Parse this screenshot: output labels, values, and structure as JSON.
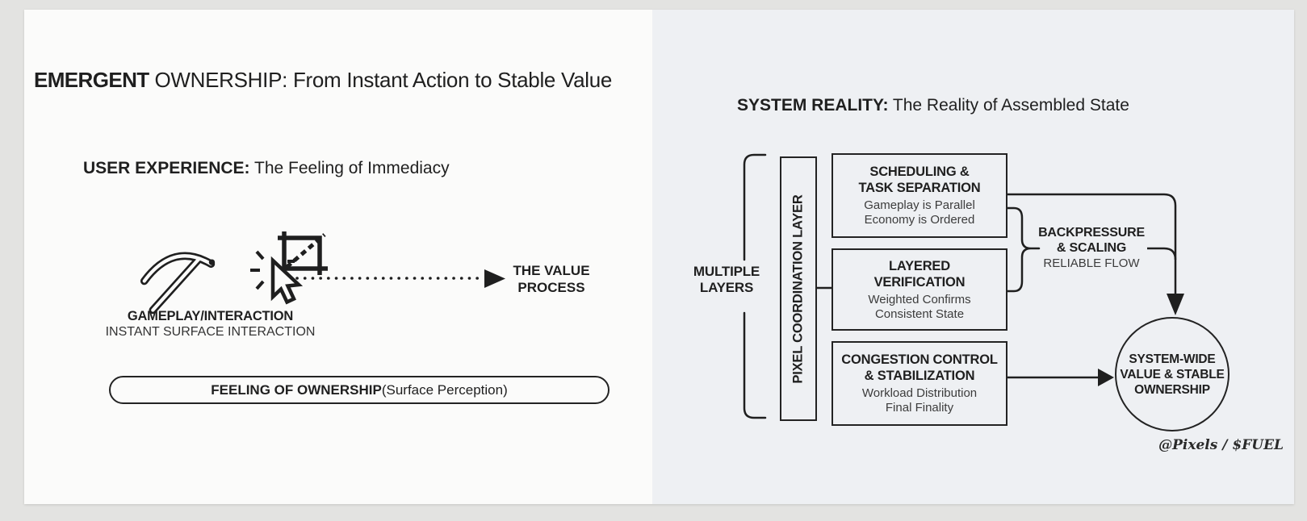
{
  "colors": {
    "outer_bg": "#e3e3e1",
    "card_bg": "#fbfbfa",
    "right_tint": "#eef0f3",
    "ink": "#1f1f1f"
  },
  "left_panel": {
    "title_emphasis": "EMERGENT",
    "title_rest": " OWNERSHIP: From Instant Action to Stable Value",
    "subtitle_emphasis": "USER EXPERIENCE:",
    "subtitle_rest": " The Feeling of Immediacy",
    "icons": {
      "pickaxe": "pickaxe-icon",
      "crop": "crop-tool-icon",
      "cursor": "cursor-click-icon"
    },
    "gameplay_label": "GAMEPLAY/INTERACTION",
    "gameplay_sublabel": "INSTANT SURFACE INTERACTION",
    "value_process_line1": "THE VALUE",
    "value_process_line2": "PROCESS",
    "pill_emphasis": "FEELING OF OWNERSHIP",
    "pill_rest": " (Surface Perception)"
  },
  "right_panel": {
    "title_emphasis": "SYSTEM REALITY:",
    "title_rest": " The Reality of Assembled State",
    "multiple_layers_line1": "MULTIPLE",
    "multiple_layers_line2": "LAYERS",
    "pixel_layer_label": "PIXEL COORDINATION LAYER",
    "boxes": [
      {
        "title_line1": "SCHEDULING &",
        "title_line2": "TASK SEPARATION",
        "sub_line1": "Gameplay is Parallel",
        "sub_line2": "Economy is Ordered"
      },
      {
        "title_line1": "LAYERED",
        "title_line2": "VERIFICATION",
        "sub_line1": "Weighted Confirms",
        "sub_line2": "Consistent State"
      },
      {
        "title_line1": "CONGESTION CONTROL",
        "title_line2": "& STABILIZATION",
        "sub_line1": "Workload Distribution",
        "sub_line2": "Final Finality"
      }
    ],
    "backpressure_line1": "BACKPRESSURE",
    "backpressure_line2": "& SCALING",
    "backpressure_line3": "RELIABLE FLOW",
    "circle_line1": "SYSTEM-WIDE",
    "circle_line2": "VALUE & STABLE",
    "circle_line3": "OWNERSHIP",
    "signature": "@Pixels / $FUEL"
  }
}
